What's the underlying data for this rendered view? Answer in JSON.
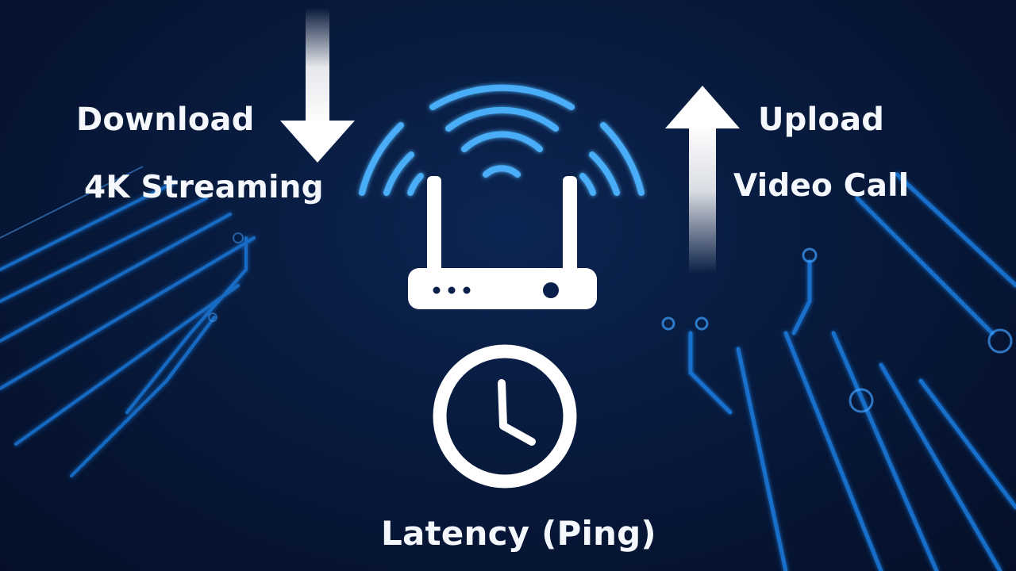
{
  "labels": {
    "download": "Download",
    "streaming": "4K Streaming",
    "upload": "Upload",
    "video_call": "Video Call",
    "latency": "Latency (Ping)"
  },
  "colors": {
    "background": "#081a3d",
    "wifi_waves": "#3fa9f5",
    "circuit_lines": "#1e7be0",
    "icons": "#ffffff"
  },
  "icons": [
    "download-arrow-icon",
    "wifi-signal-icon",
    "router-icon",
    "upload-arrow-icon",
    "clock-icon"
  ]
}
